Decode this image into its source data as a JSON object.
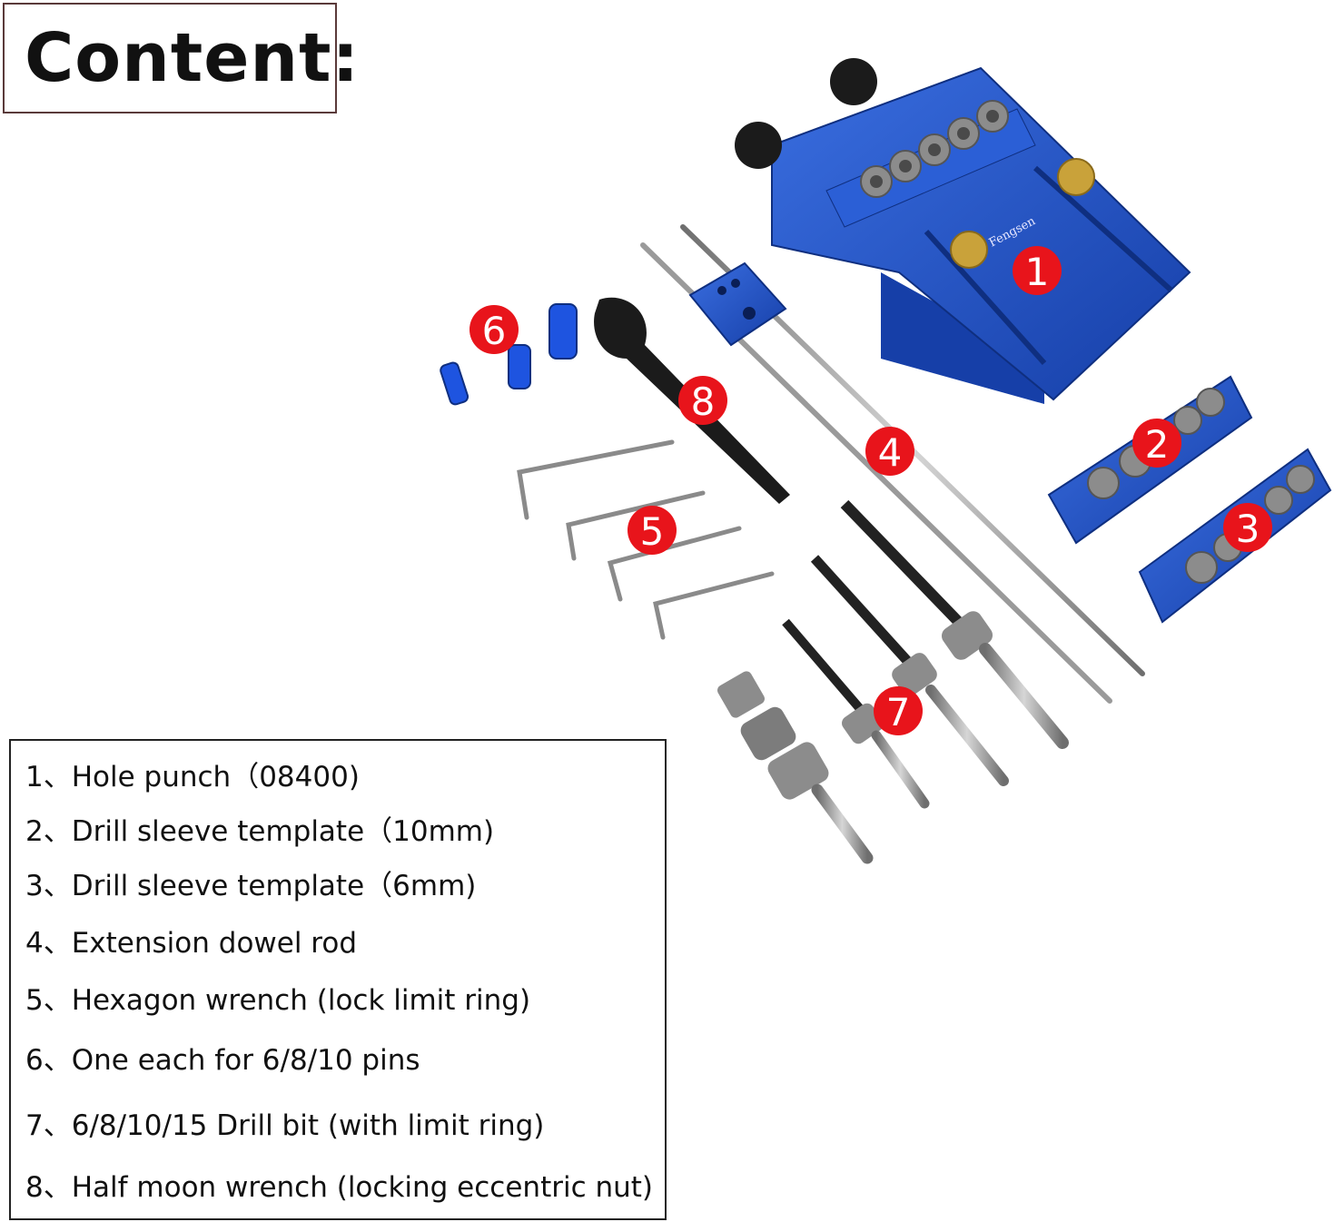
{
  "title": "Content:",
  "product": {
    "brand_mark": "Fengsen",
    "callouts": [
      "1",
      "2",
      "3",
      "4",
      "5",
      "6",
      "7",
      "8"
    ],
    "colors": {
      "body": "#1f4fc4",
      "callout": "#e8141b",
      "steel": "#9a9a9a",
      "knob": "#1b1b1b",
      "brass": "#c9a23a"
    }
  },
  "legend": [
    "1、Hole punch（08400)",
    "2、Drill sleeve template（10mm)",
    "3、Drill sleeve template（6mm)",
    "4、Extension dowel rod",
    "5、Hexagon wrench (lock limit ring)",
    "6、One each for 6/8/10 pins",
    "7、6/8/10/15 Drill bit (with limit ring)",
    "8、Half moon wrench (locking eccentric nut)"
  ]
}
